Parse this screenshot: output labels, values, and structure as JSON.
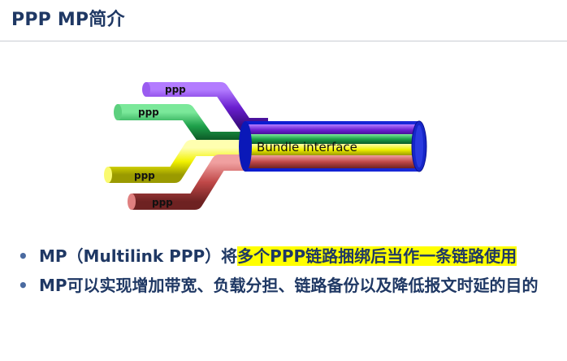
{
  "title": "PPP MP简介",
  "diagram": {
    "links": [
      {
        "label": "ppp",
        "color": "#6a1fd0"
      },
      {
        "label": "ppp",
        "color": "#1ea04a"
      },
      {
        "label": "ppp",
        "color": "#f2f200"
      },
      {
        "label": "ppp",
        "color": "#c04848"
      }
    ],
    "bundle_label": "Bundle interface"
  },
  "bullets": [
    {
      "pre": "MP（Multilink PPP）将",
      "highlight": "多个PPP链路捆绑后当作一条链路使用",
      "post": ""
    },
    {
      "pre": "MP可以实现增加带宽、负载分担、链路备份以及降低报文时延的目的",
      "highlight": "",
      "post": ""
    }
  ]
}
